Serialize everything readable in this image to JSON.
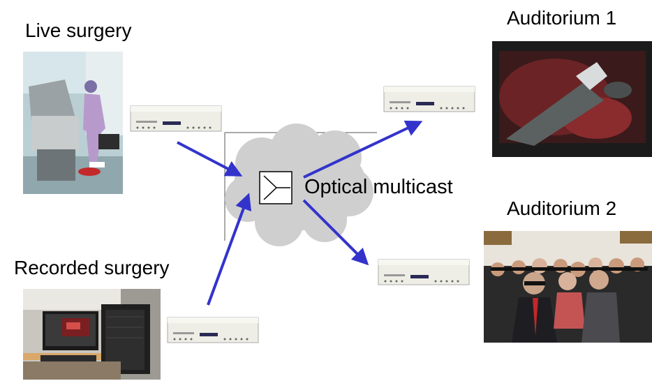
{
  "labels": {
    "live_surgery": "Live surgery",
    "recorded_surgery": "Recorded surgery",
    "auditorium_1": "Auditorium 1",
    "auditorium_2": "Auditorium 2",
    "network": "Optical multicast"
  },
  "colors": {
    "arrow": "#3333cc",
    "cloud": "#cfcfcf",
    "device_body": "#eeeee6"
  },
  "icons": [
    "multicast-switch-icon",
    "video-transport-device",
    "cloud-shape"
  ]
}
